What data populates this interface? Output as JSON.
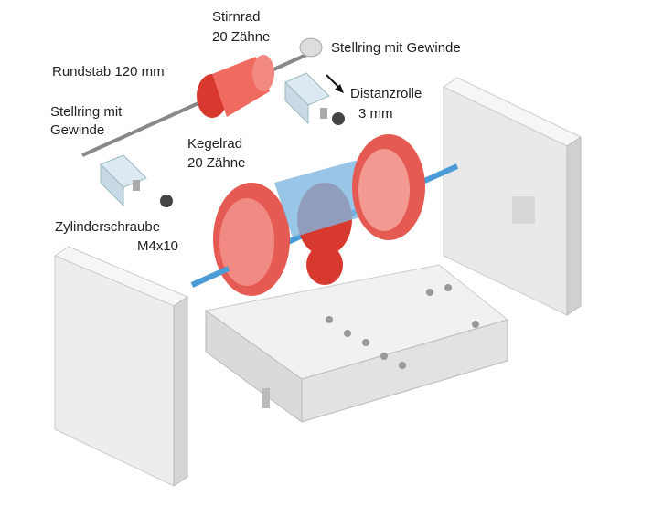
{
  "labels": {
    "stirnrad": "Stirnrad",
    "stirnrad_teeth": "20 Zähne",
    "stellring_top": "Stellring mit Gewinde",
    "rundstab": "Rundstab 120 mm",
    "distanzrolle": "Distanzrolle",
    "distanzrolle_size": "3 mm",
    "stellring_left_1": "Stellring mit",
    "stellring_left_2": "Gewinde",
    "kegelrad": "Kegelrad",
    "kegelrad_teeth": "20 Zähne",
    "zylinderschraube": "Zylinderschraube",
    "zylinderschraube_size": "M4x10"
  },
  "colors": {
    "gear": "#e8504a",
    "rod": "#4a9bd6",
    "plate": "#ececec"
  }
}
